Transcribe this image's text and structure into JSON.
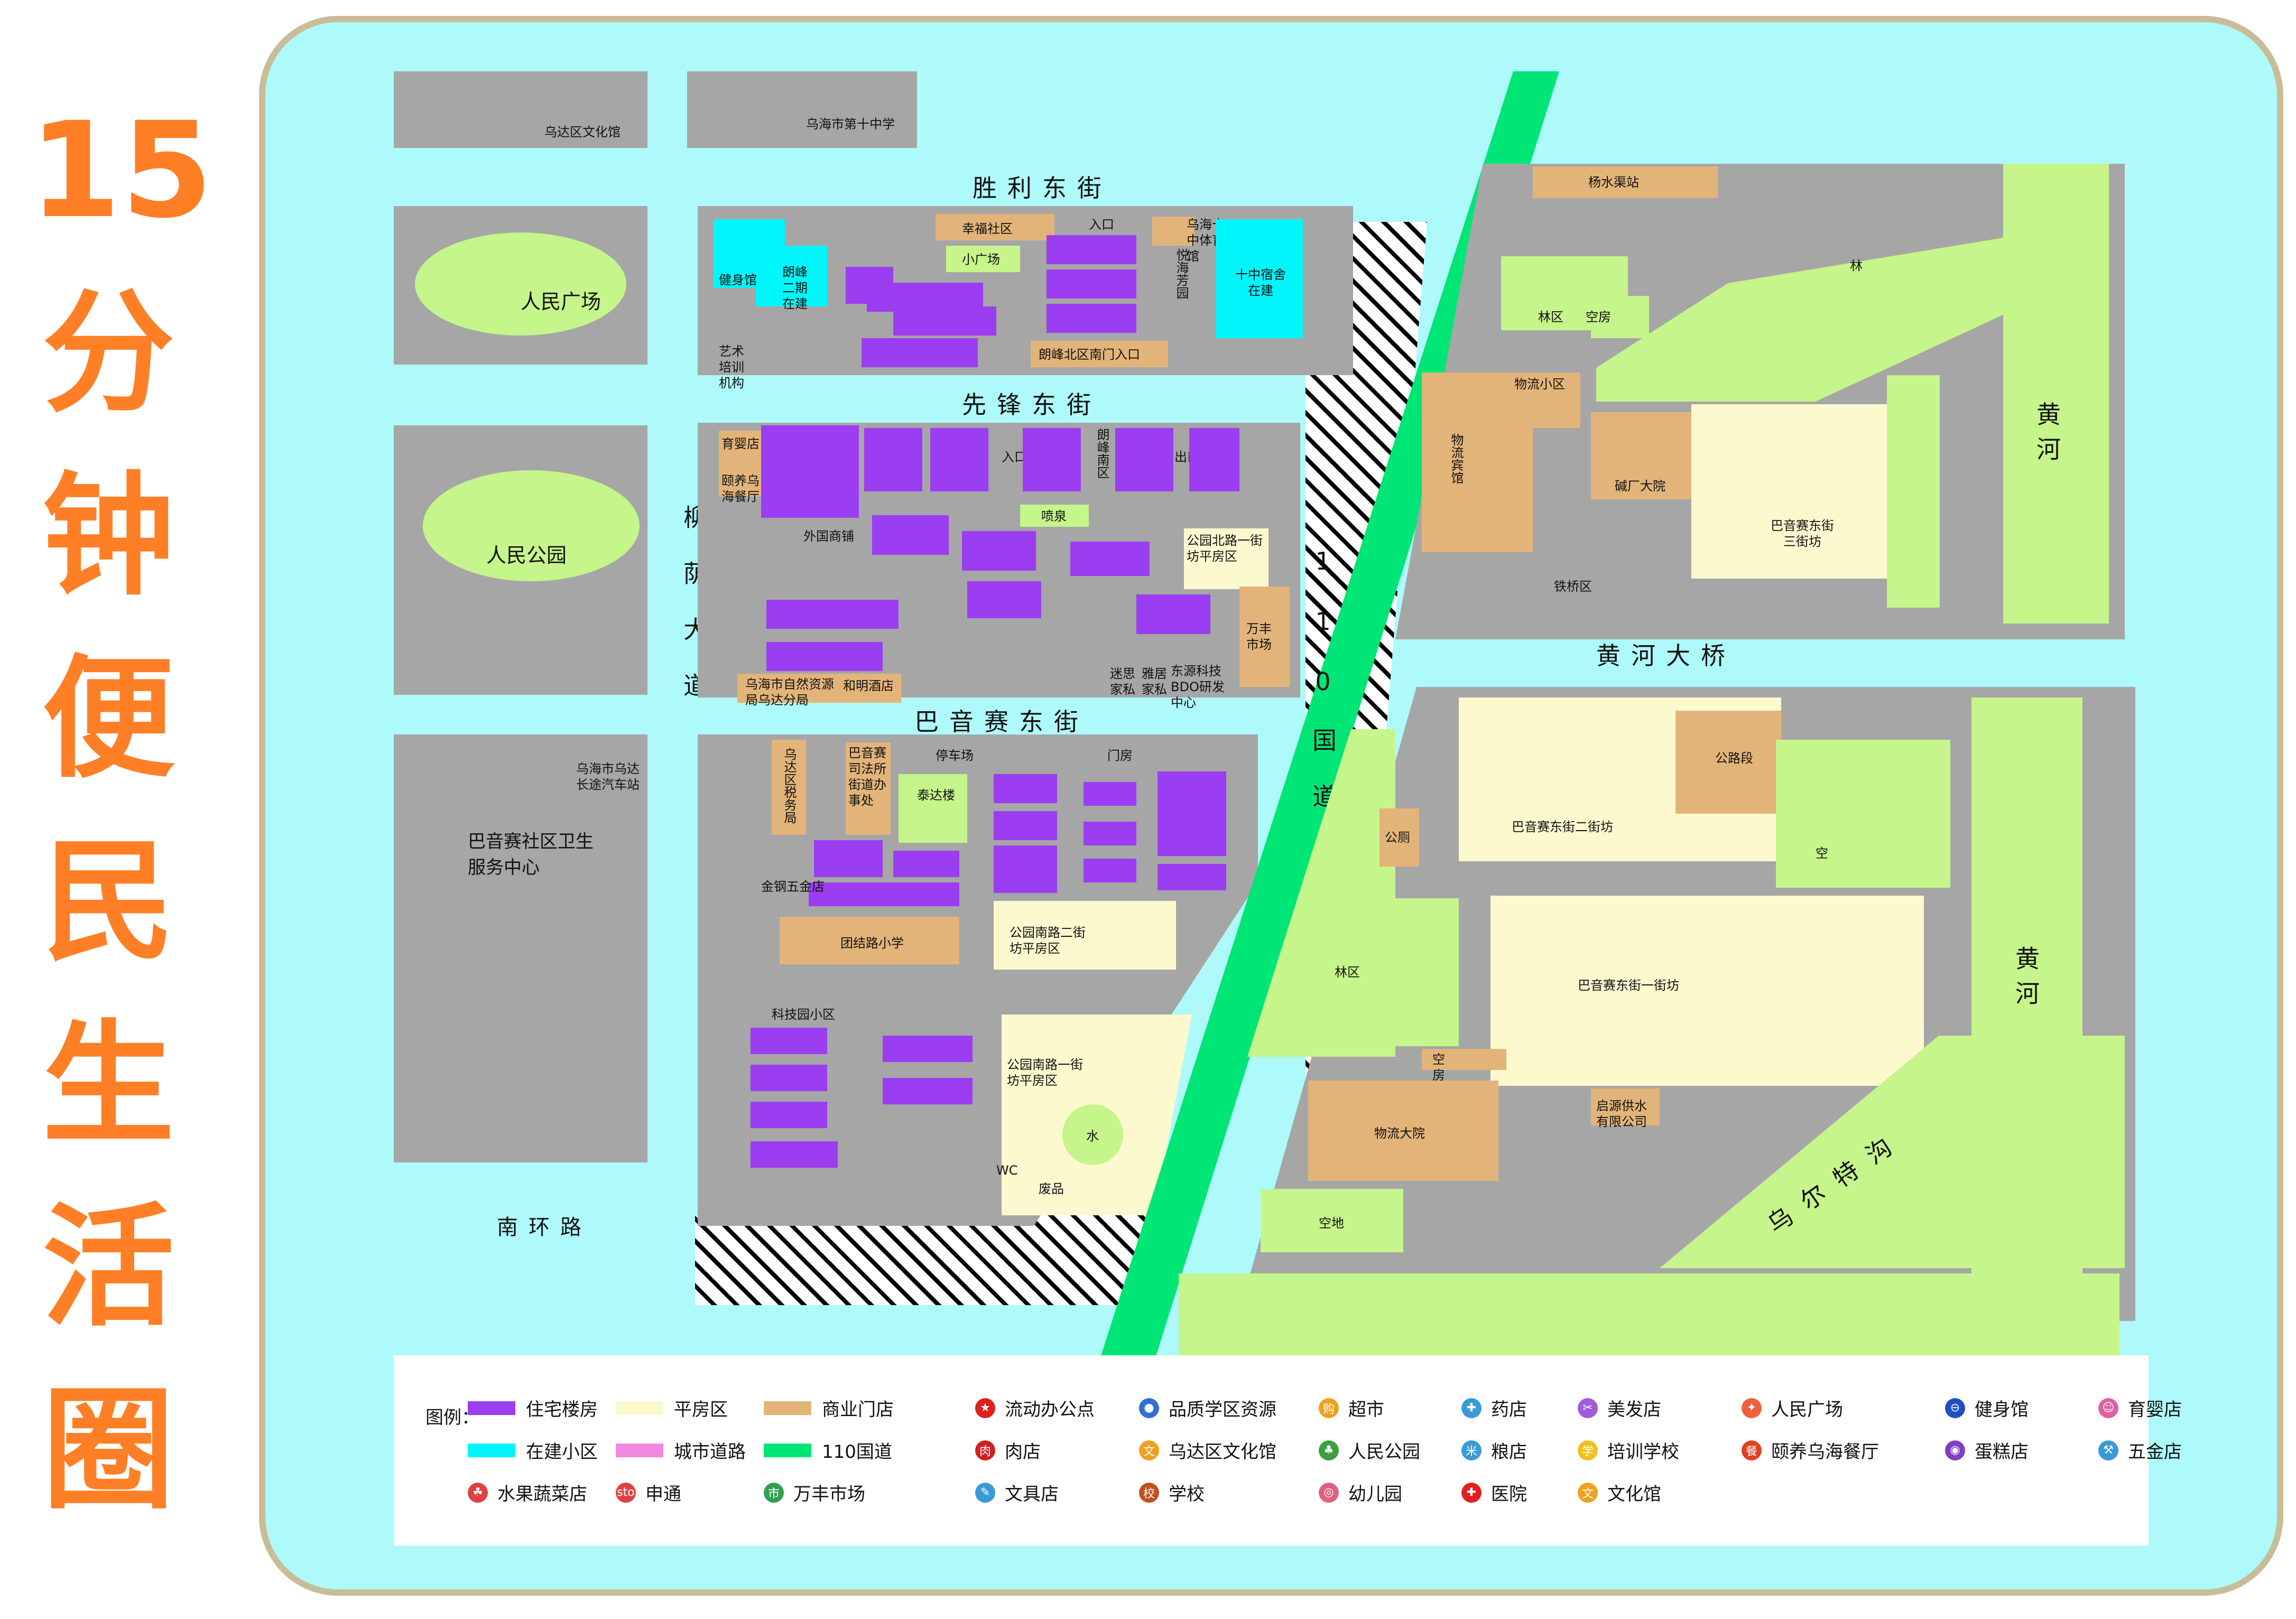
{
  "title": [
    "15",
    "分",
    "钟",
    "便",
    "民",
    "生",
    "活",
    "圈"
  ],
  "roads": {
    "shengli": "胜利东街",
    "xianfeng": "先锋东街",
    "bayinsai": "巴音赛东街",
    "liuyin": "柳荫大道",
    "nanhuan": "南环路",
    "guodao": "110国道",
    "huanghe_bridge": "黄河大桥",
    "huanghe1": "黄河",
    "huanghe2": "黄河",
    "wuerte": "乌尔特沟"
  },
  "places": {
    "wenhuaguan": "乌达区文化馆",
    "school10": "乌海市第十中学",
    "renmin_square": "人民广场",
    "renmin_park": "人民公园",
    "bus_station": "乌海市乌达长途汽车站",
    "health_center": "巴音赛社区卫生服务中心",
    "xingfu": "幸福社区",
    "xiaoguangchang": "小广场",
    "rukou1": "入口",
    "rukou2": "入口",
    "chukou": "出口",
    "jianshenguan": "健身馆",
    "yishu": "艺术培训机构",
    "langfeng2": "朗峰二期在建",
    "langfeng_gate": "朗峰北区南门入口",
    "gym10": "乌海十中体育馆",
    "yuehai": "悦海芳园",
    "dorm": "十中宿舍在建",
    "yuying": "育婴店",
    "yiyang": "颐养乌海餐厅",
    "waiguo": "外国商铺",
    "penquan": "喷泉",
    "langfeng_s": "朗峰南区",
    "gongyuan_n": "公园北路一街坊平房区",
    "wanfeng": "万丰市场",
    "ziran": "乌海市自然资源局乌达分局",
    "heming": "和明酒店",
    "xinsi": "迷思家私",
    "jiasi": "雅居家私",
    "dongyuan": "东源科技BDO研发中心",
    "shuiwu": "乌达区税务局",
    "sifa": "巴音赛司法所街道办事处",
    "taida": "泰达楼",
    "menfang": "门房",
    "tingche": "停车场",
    "jingang": "金钢五金店",
    "tuanjie": "团结路小学",
    "gongyuan_s2": "公园南路二街坊平房区",
    "kejiyuan": "科技园小区",
    "gongyuan_s1": "公园南路一街坊平房区",
    "water": "水",
    "wc": "WC",
    "feipin": "废品",
    "yangshuiqu": "杨水渠站",
    "wuliu_xiaoqu": "物流小区",
    "wuliu_binguan": "物流宾馆",
    "jianchang": "碱厂大院",
    "sanjiefang": "巴音赛东街三街坊",
    "tieqiao": "铁桥区",
    "erjiefang": "巴音赛东街二街坊",
    "yijiefang": "巴音赛东街一街坊",
    "gonglu": "公路段",
    "gongce": "公厕",
    "wuliu_dayuan": "物流大院",
    "qiyuan": "启源供水有限公司",
    "kongdi": "空地",
    "kong": "空",
    "kongfang": "空房",
    "linqu": "林区",
    "lin": "林"
  },
  "legend": {
    "label": "图例：",
    "items": [
      {
        "text": "住宅楼房",
        "kind": "swatch",
        "color": "#9b3df0"
      },
      {
        "text": "平房区",
        "kind": "swatch",
        "color": "#fdf9cf"
      },
      {
        "text": "商业门店",
        "kind": "swatch",
        "color": "#e3b479"
      },
      {
        "text": "流动办公点",
        "kind": "icon",
        "color": "#e02020",
        "glyph": "★"
      },
      {
        "text": "品质学区资源",
        "kind": "icon",
        "color": "#2f6fd6",
        "glyph": "●"
      },
      {
        "text": "超市",
        "kind": "icon",
        "color": "#f0a020",
        "glyph": "购"
      },
      {
        "text": "药店",
        "kind": "icon",
        "color": "#3a9ad9",
        "glyph": "✚"
      },
      {
        "text": "美发店",
        "kind": "icon",
        "color": "#a25ad6",
        "glyph": "✂"
      },
      {
        "text": "人民广场",
        "kind": "icon",
        "color": "#f06040",
        "glyph": "✦"
      },
      {
        "text": "健身馆",
        "kind": "icon",
        "color": "#2050c0",
        "glyph": "⊖"
      },
      {
        "text": "育婴店",
        "kind": "icon",
        "color": "#e060a0",
        "glyph": "☺"
      },
      {
        "text": "在建小区",
        "kind": "swatch",
        "color": "#00f6fa"
      },
      {
        "text": "城市道路",
        "kind": "swatch",
        "color": "#f08ae0"
      },
      {
        "text": "110国道",
        "kind": "swatch",
        "color": "#00e676"
      },
      {
        "text": "肉店",
        "kind": "icon",
        "color": "#d02020",
        "glyph": "肉"
      },
      {
        "text": "乌达区文化馆",
        "kind": "icon",
        "color": "#f0a020",
        "glyph": "文"
      },
      {
        "text": "人民公园",
        "kind": "icon",
        "color": "#3aa040",
        "glyph": "♣"
      },
      {
        "text": "粮店",
        "kind": "icon",
        "color": "#3a9ad9",
        "glyph": "米"
      },
      {
        "text": "培训学校",
        "kind": "icon",
        "color": "#f0c020",
        "glyph": "学"
      },
      {
        "text": "颐养乌海餐厅",
        "kind": "icon",
        "color": "#e04020",
        "glyph": "餐"
      },
      {
        "text": "蛋糕店",
        "kind": "icon",
        "color": "#8040c0",
        "glyph": "◉"
      },
      {
        "text": "五金店",
        "kind": "icon",
        "color": "#3a9ad9",
        "glyph": "⚒"
      },
      {
        "text": "水果蔬菜店",
        "kind": "icon",
        "color": "#e04040",
        "glyph": "☘"
      },
      {
        "text": "申通",
        "kind": "icon",
        "color": "#e04040",
        "glyph": "sto"
      },
      {
        "text": "万丰市场",
        "kind": "icon",
        "color": "#30a050",
        "glyph": "市"
      },
      {
        "text": "文具店",
        "kind": "icon",
        "color": "#3a9ad9",
        "glyph": "✎"
      },
      {
        "text": "学校",
        "kind": "icon",
        "color": "#c05020",
        "glyph": "校"
      },
      {
        "text": "幼儿园",
        "kind": "icon",
        "color": "#e06080",
        "glyph": "◎"
      },
      {
        "text": "医院",
        "kind": "icon",
        "color": "#e02020",
        "glyph": "✚"
      },
      {
        "text": "文化馆",
        "kind": "icon",
        "color": "#f0a020",
        "glyph": "文"
      }
    ]
  }
}
